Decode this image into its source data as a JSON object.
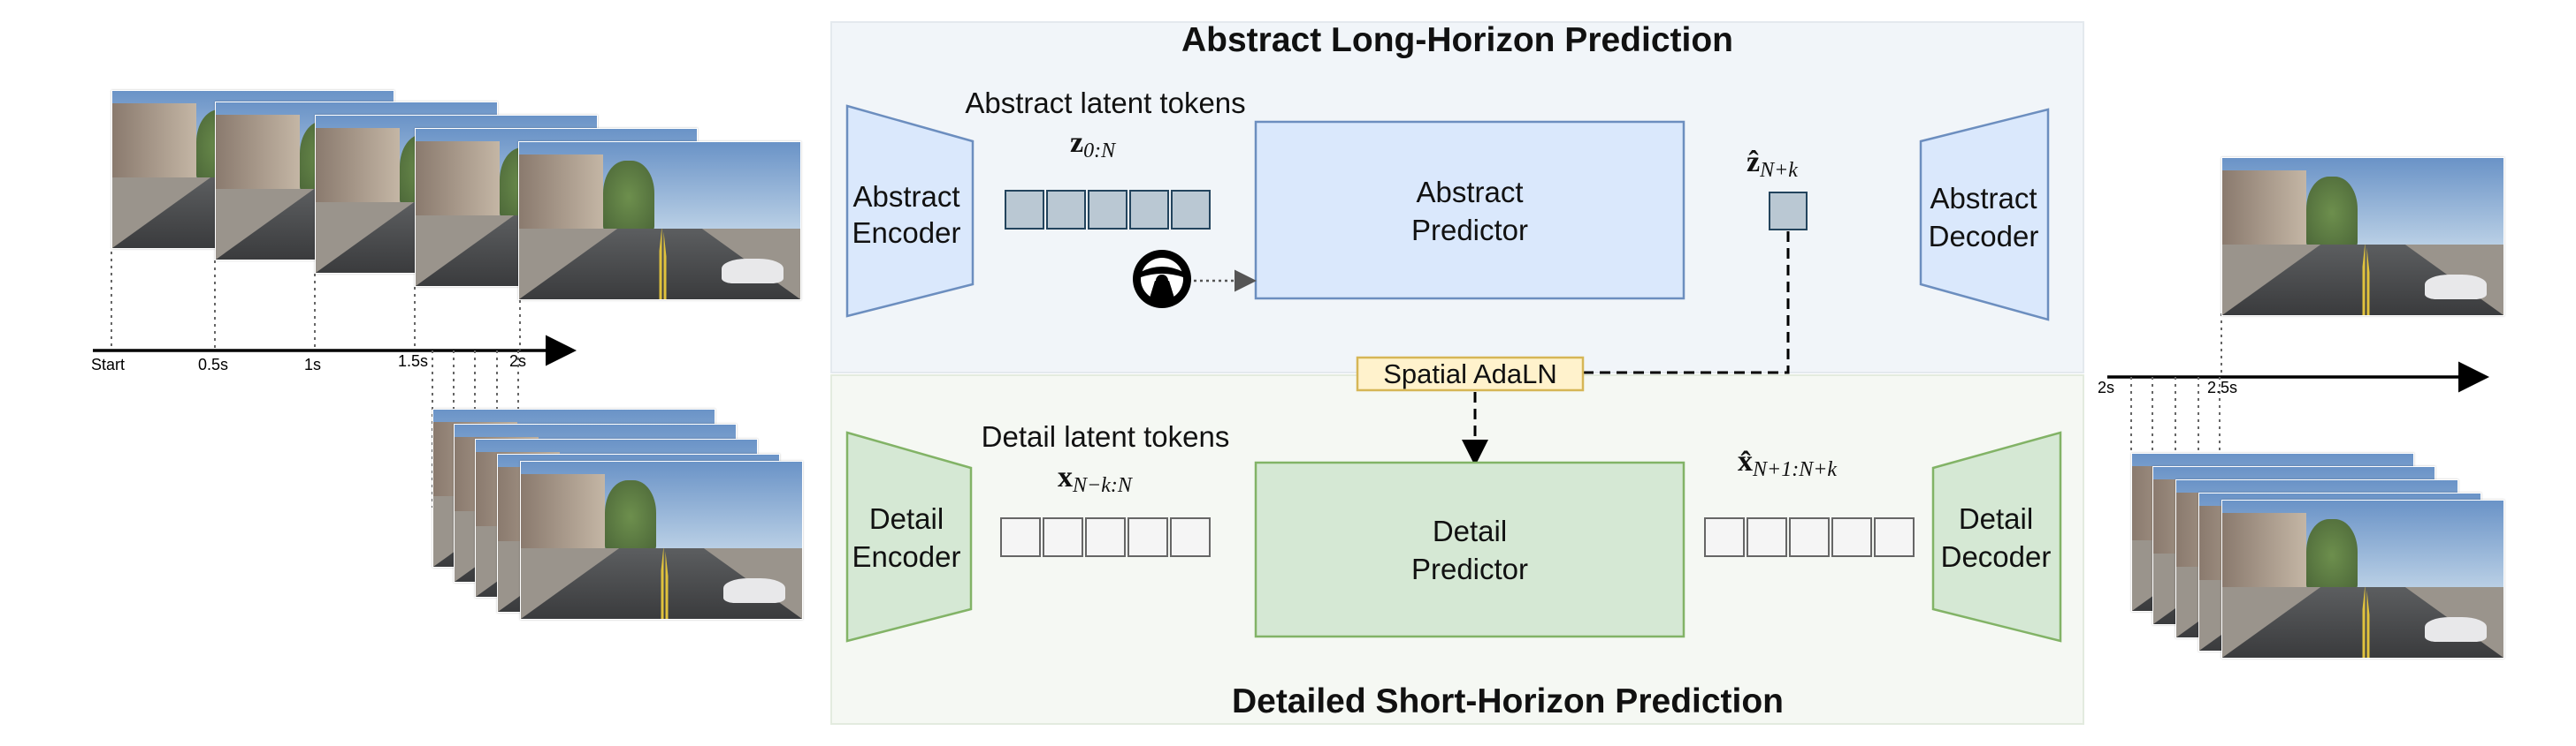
{
  "sections": {
    "abstract_title": "Abstract Long-Horizon Prediction",
    "detailed_title": "Detailed Short-Horizon Prediction"
  },
  "blocks": {
    "abstract_encoder": [
      "Abstract",
      "Encoder"
    ],
    "abstract_predictor": [
      "Abstract",
      "Predictor"
    ],
    "abstract_decoder": [
      "Abstract",
      "Decoder"
    ],
    "detail_encoder": [
      "Detail",
      "Encoder"
    ],
    "detail_predictor": [
      "Detail",
      "Predictor"
    ],
    "detail_decoder": [
      "Detail",
      "Decoder"
    ],
    "adaln": "Spatial AdaLN"
  },
  "tokens": {
    "abstract_label": "Abstract latent tokens",
    "abstract_symbol": "z",
    "abstract_subscript": "0:N",
    "abstract_pred_symbol": "ẑ",
    "abstract_pred_subscript": "N+k",
    "detail_label": "Detail latent tokens",
    "detail_symbol": "x",
    "detail_subscript": "N−k:N",
    "detail_pred_symbol": "x̂",
    "detail_pred_subscript": "N+1:N+k"
  },
  "timeline_input": {
    "ticks": [
      "Start",
      "0.5s",
      "1s",
      "1.5s",
      "2s"
    ]
  },
  "timeline_output": {
    "ticks": [
      "2s",
      "2.5s"
    ]
  },
  "icons": [
    "steering-wheel-icon"
  ],
  "colors": {
    "abstract_panel": "#f1f5f9",
    "detail_panel": "#f5f8f3",
    "abstract_fill": "#dae8fc",
    "abstract_stroke": "#6c8ebf",
    "detail_fill": "#d5e8d4",
    "detail_stroke": "#82b366",
    "adaln_fill": "#fff2cc",
    "adaln_stroke": "#d6b656",
    "token_abstract": "#bac8d3",
    "token_detail": "#f5f5f5"
  }
}
